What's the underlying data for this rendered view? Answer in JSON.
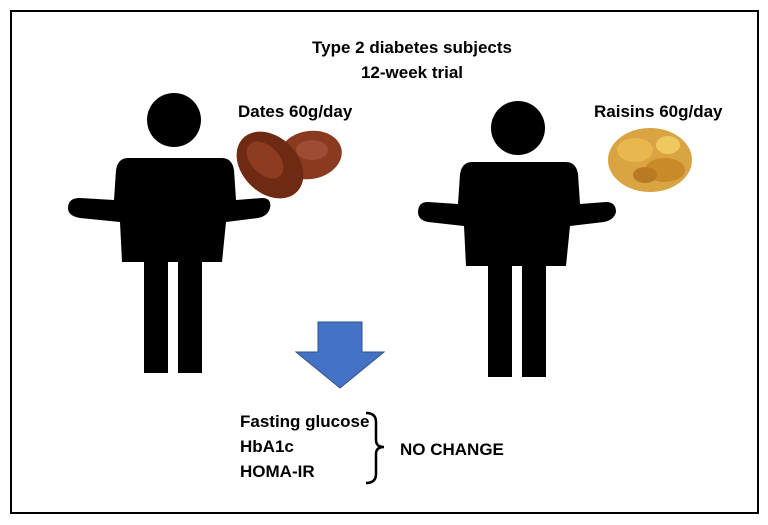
{
  "title": {
    "line1": "Type 2 diabetes subjects",
    "line2": "12-week trial"
  },
  "groups": [
    {
      "label": "Dates 60g/day",
      "icon": "person-icon",
      "food_icon": "dates-image"
    },
    {
      "label": "Raisins 60g/day",
      "icon": "person-icon",
      "food_icon": "raisins-image"
    }
  ],
  "arrow": {
    "icon": "down-arrow-icon",
    "color": "#4472C4"
  },
  "outcomes": [
    "Fasting glucose",
    "HbA1c",
    "HOMA-IR"
  ],
  "result": "NO CHANGE"
}
